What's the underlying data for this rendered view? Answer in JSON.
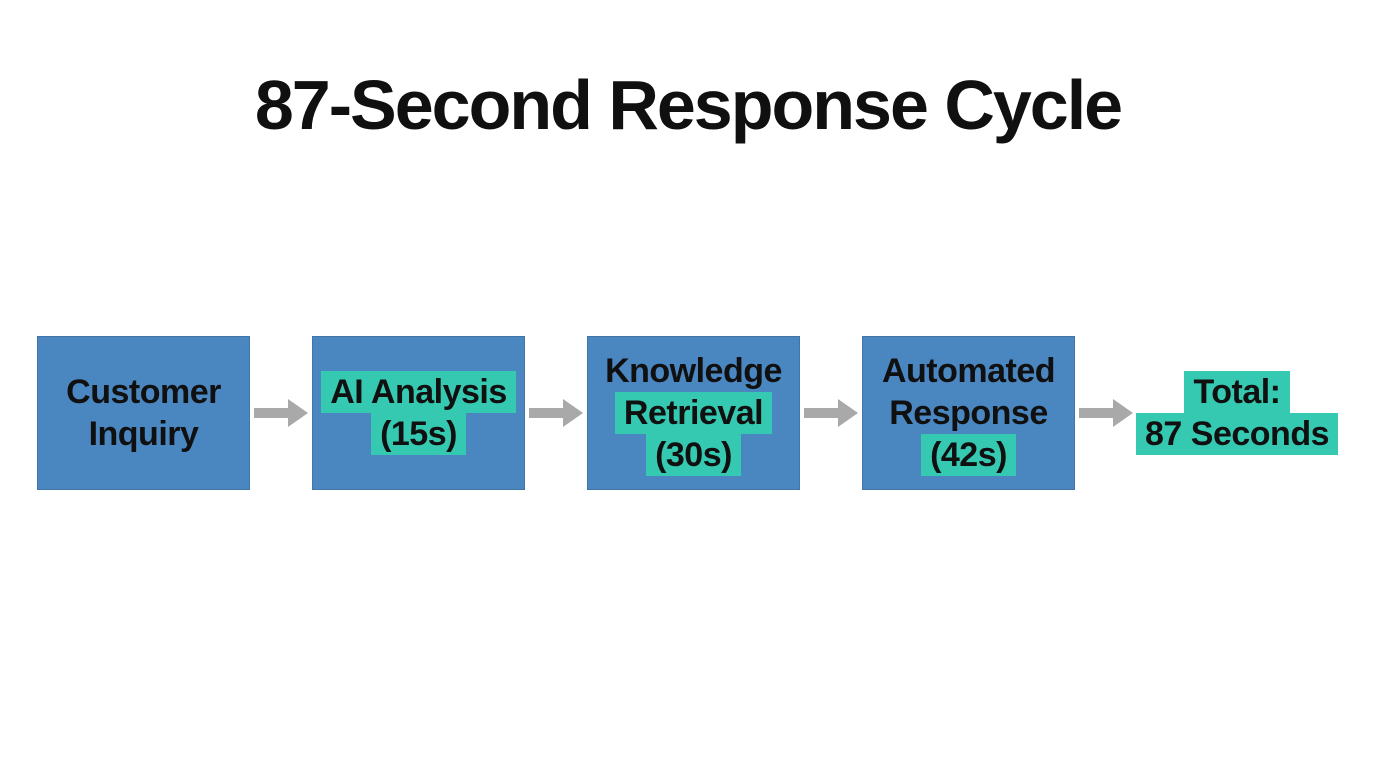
{
  "title": "87-Second Response Cycle",
  "flow": {
    "nodes": [
      {
        "id": "customer-inquiry",
        "type": "step",
        "lines": [
          {
            "text": "Customer",
            "highlight": false
          },
          {
            "text": "Inquiry",
            "highlight": false
          }
        ]
      },
      {
        "id": "ai-analysis",
        "type": "step",
        "lines": [
          {
            "text": "AI Analysis",
            "highlight": true
          },
          {
            "text": "(15s)",
            "highlight": true
          }
        ]
      },
      {
        "id": "knowledge-retrieval",
        "type": "step",
        "lines": [
          {
            "text": "Knowledge",
            "highlight": false
          },
          {
            "text": "Retrieval",
            "highlight": true
          },
          {
            "text": "(30s)",
            "highlight": true
          }
        ]
      },
      {
        "id": "automated-response",
        "type": "step",
        "lines": [
          {
            "text": "Automated",
            "highlight": false
          },
          {
            "text": "Response",
            "highlight": false
          },
          {
            "text": "(42s)",
            "highlight": true
          }
        ]
      },
      {
        "id": "total",
        "type": "result",
        "lines": [
          {
            "text": "Total:",
            "highlight": true
          },
          {
            "text": "87 Seconds",
            "highlight": true
          }
        ]
      }
    ]
  },
  "colors": {
    "box_fill": "#4a86c0",
    "highlight_fill": "#35c9b2",
    "arrow": "#a9a9a9",
    "text": "#101010",
    "background": "#ffffff"
  }
}
